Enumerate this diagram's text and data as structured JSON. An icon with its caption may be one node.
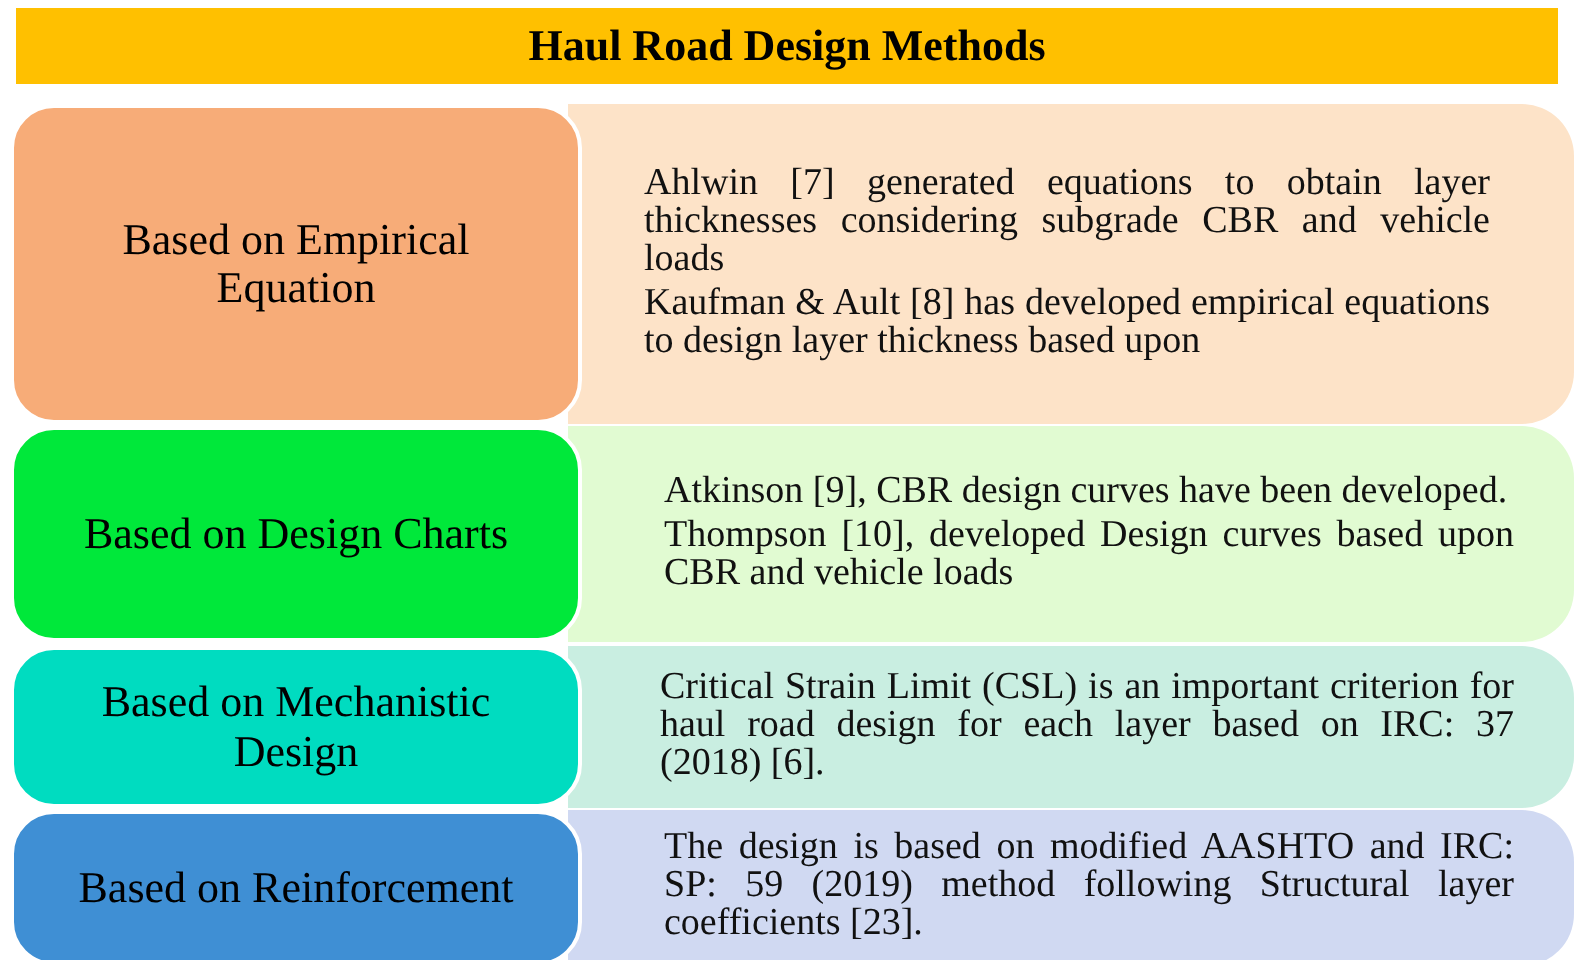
{
  "diagram": {
    "title": "Haul Road Design Methods",
    "nodes": [
      {
        "text": [
          "Based on Empirical Equation"
        ]
      },
      {
        "text": [
          "Ahlwin [7] generated equations to obtain layer thicknesses considering subgrade CBR and vehicle loads",
          "Kaufman & Ault [8] has developed empirical equations to design layer thickness based upon"
        ]
      },
      {
        "text": [
          "Based on Design Charts"
        ]
      },
      {
        "text": [
          "Atkinson [9], CBR design curves have been developed.",
          "Thompson [10], developed Design curves based upon CBR and vehicle loads"
        ]
      },
      {
        "text": [
          "Based on Mechanistic Design"
        ]
      },
      {
        "text": [
          "Critical Strain Limit (CSL) is an important criterion for haul road design for each layer based on IRC: 37 (2018) [6]."
        ]
      },
      {
        "text": [
          "Based on Reinforcement"
        ]
      },
      {
        "text": [
          "The design is based on modified AASHTO and IRC: SP: 59 (2019) method following Structural layer coefficients [23]."
        ]
      }
    ]
  }
}
